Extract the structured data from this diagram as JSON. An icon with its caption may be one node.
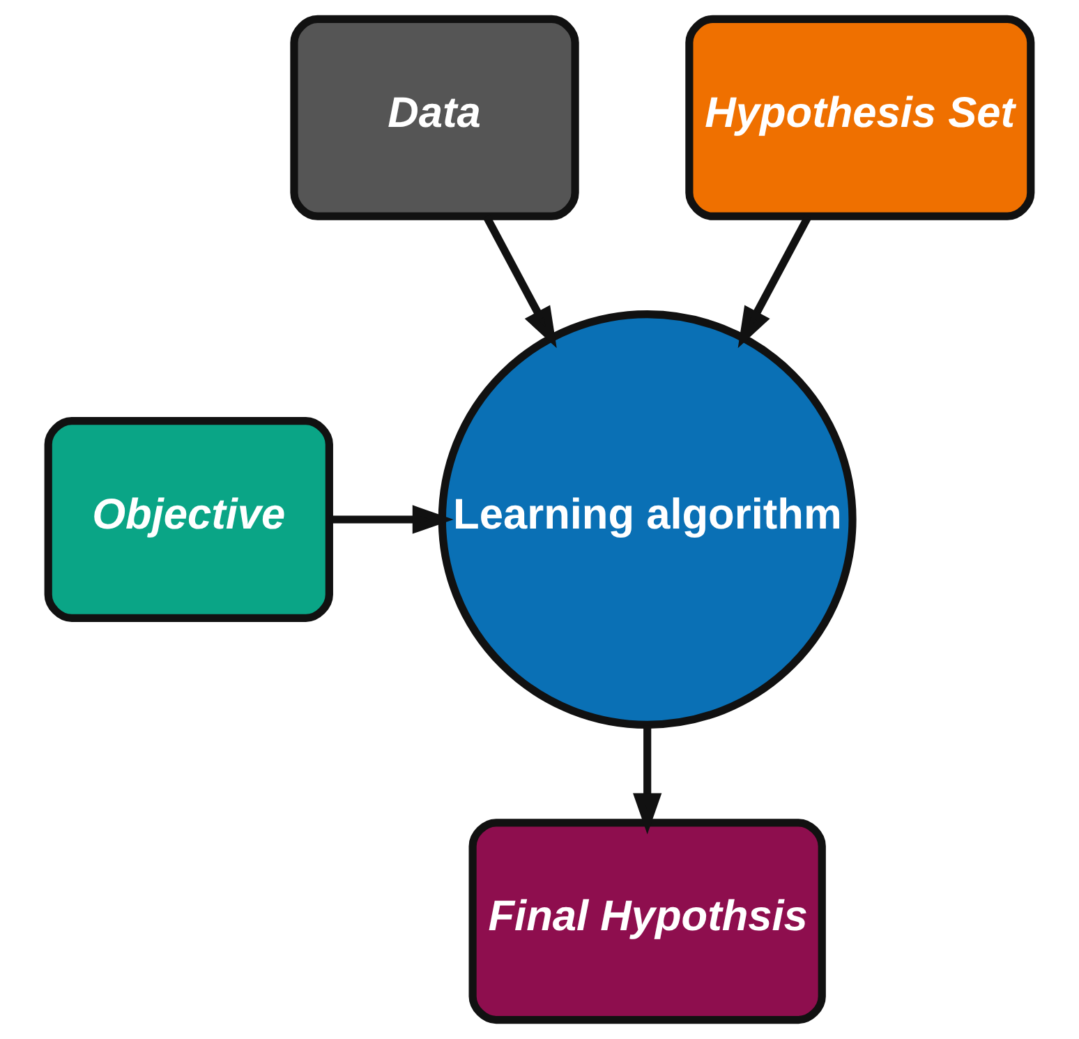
{
  "diagram": {
    "nodes": [
      {
        "text": [
          "Data"
        ]
      },
      {
        "text": [
          "Hypothesis Set"
        ]
      },
      {
        "text": [
          "Objective"
        ]
      },
      {
        "text": [
          "Learning algorithm"
        ]
      },
      {
        "text": [
          "Final Hypothsis"
        ]
      }
    ],
    "edges": [
      {
        "from": 0,
        "to": 3,
        "arrow": "to"
      },
      {
        "from": 1,
        "to": 3,
        "arrow": "to"
      },
      {
        "from": 2,
        "to": 3,
        "arrow": "to"
      },
      {
        "from": 3,
        "to": 4,
        "arrow": "to"
      }
    ]
  }
}
